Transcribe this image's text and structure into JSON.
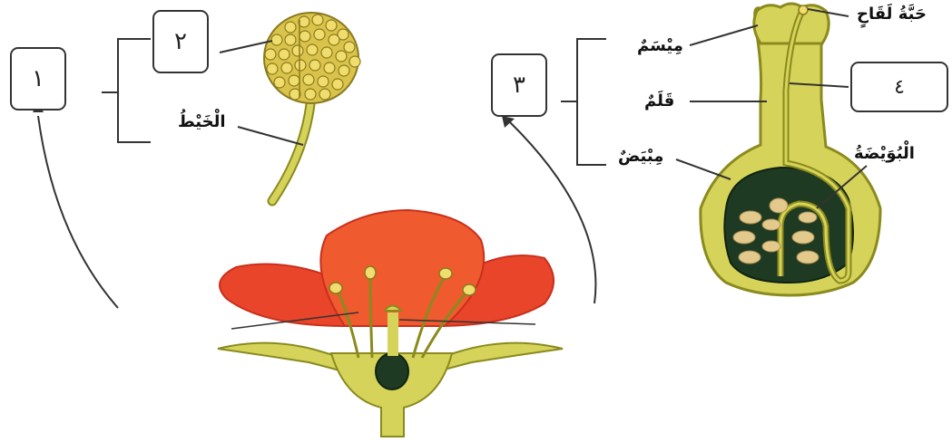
{
  "boxes": {
    "box_1": "١",
    "box_2": "٢",
    "box_3": "٣",
    "box_4": "٤"
  },
  "labels": {
    "filament": "الْخَيْطُ",
    "stigma": "مِيْسَمٌ",
    "style": "قَلَمٌ",
    "ovary": "مِبْيَضٌ",
    "pollen_grain": "حَبَّةُ لَقَاحٍ",
    "ovule": "الْبُوَيْضَةُ"
  },
  "colors": {
    "petal": "#e8452a",
    "petal_dark": "#c9301c",
    "yellow_green": "#d6d35a",
    "yellow_outline": "#8a8a1e",
    "ovary_dark": "#1f3a22",
    "ovule_fill": "#e3c98c",
    "line": "#333333"
  }
}
